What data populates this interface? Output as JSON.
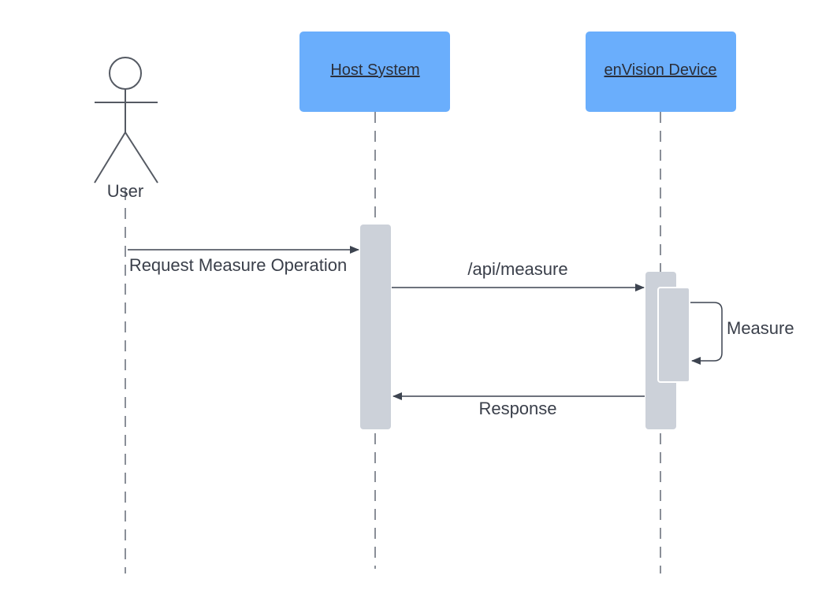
{
  "diagram": {
    "actor": {
      "label": "User"
    },
    "participants": [
      {
        "label": "Host System"
      },
      {
        "label": "enVision Device"
      }
    ],
    "messages": [
      {
        "label": "Request Measure Operation"
      },
      {
        "label": "/api/measure"
      },
      {
        "label": "Measure"
      },
      {
        "label": "Response"
      }
    ]
  },
  "colors": {
    "participant_fill": "#6aaefc",
    "activation_fill": "#ccd1d9",
    "line": "#3d4450",
    "lifeline": "#8a8f98"
  }
}
